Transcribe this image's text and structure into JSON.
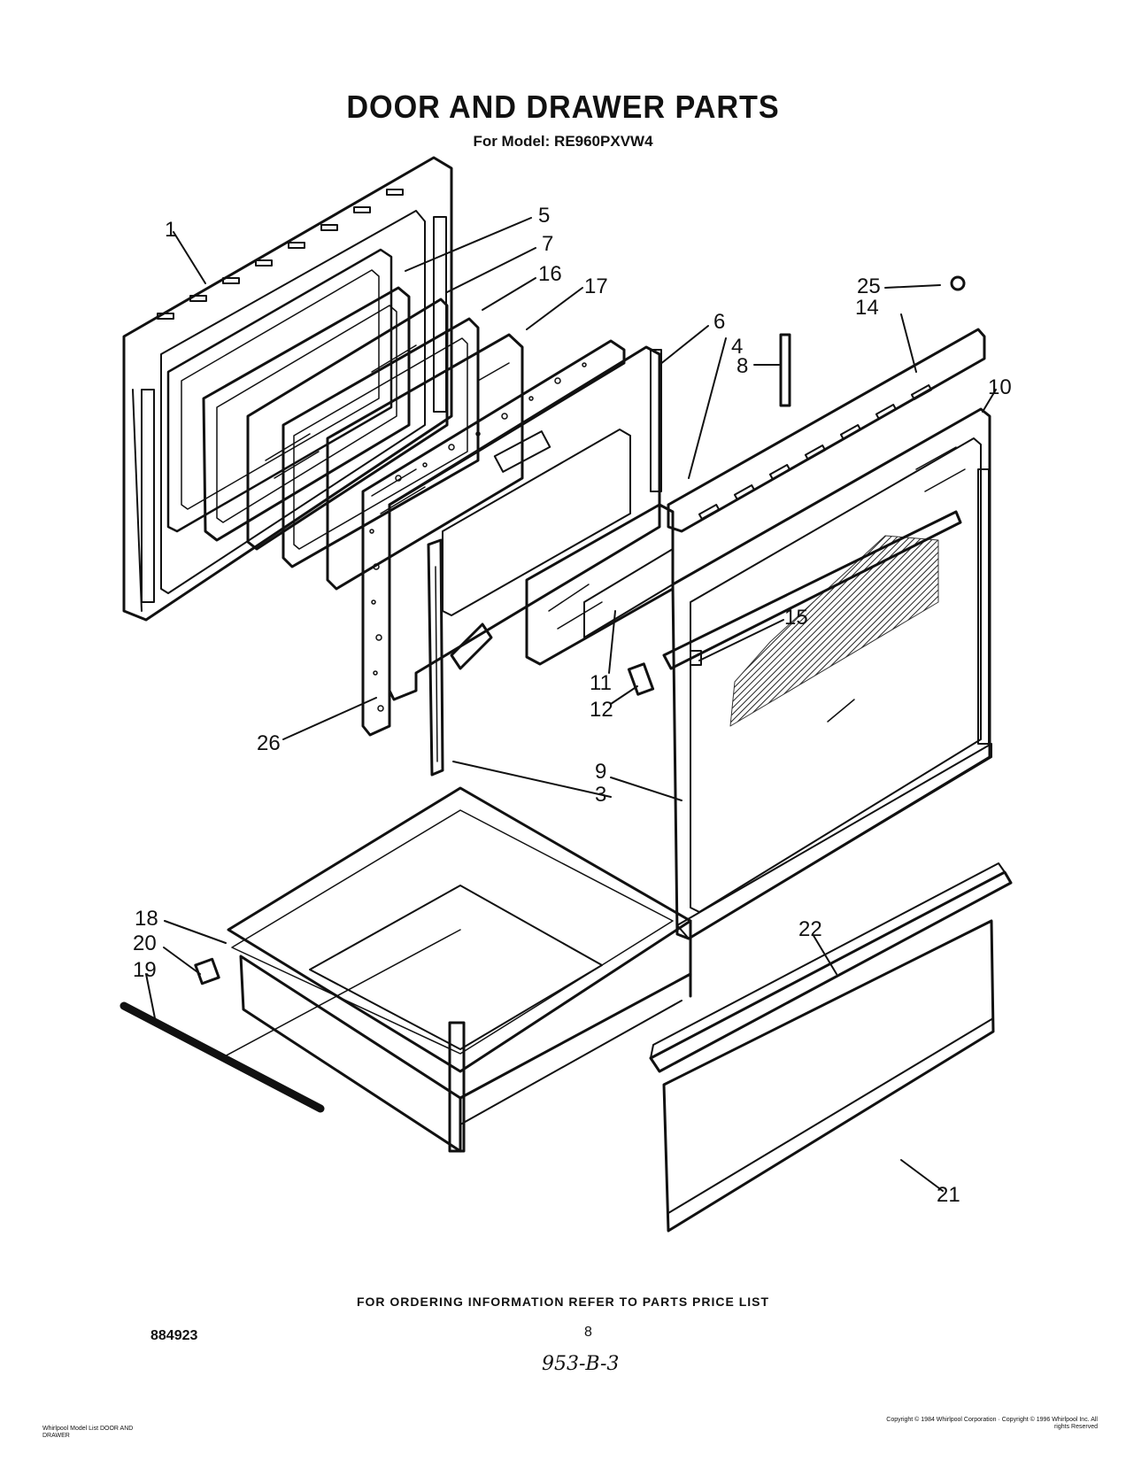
{
  "header": {
    "title": "DOOR AND DRAWER PARTS",
    "subtitle": "For Model: RE960PXVW4"
  },
  "callouts": [
    {
      "id": "1",
      "label": "1"
    },
    {
      "id": "5",
      "label": "5"
    },
    {
      "id": "7",
      "label": "7"
    },
    {
      "id": "16",
      "label": "16"
    },
    {
      "id": "17",
      "label": "17"
    },
    {
      "id": "6",
      "label": "6"
    },
    {
      "id": "4",
      "label": "4"
    },
    {
      "id": "8",
      "label": "8"
    },
    {
      "id": "25",
      "label": "25"
    },
    {
      "id": "14",
      "label": "14"
    },
    {
      "id": "10",
      "label": "10"
    },
    {
      "id": "15",
      "label": "15"
    },
    {
      "id": "11",
      "label": "11"
    },
    {
      "id": "12",
      "label": "12"
    },
    {
      "id": "9",
      "label": "9"
    },
    {
      "id": "3",
      "label": "3"
    },
    {
      "id": "26",
      "label": "26"
    },
    {
      "id": "18",
      "label": "18"
    },
    {
      "id": "20",
      "label": "20"
    },
    {
      "id": "19",
      "label": "19"
    },
    {
      "id": "22",
      "label": "22"
    },
    {
      "id": "21",
      "label": "21"
    }
  ],
  "footer": {
    "ordering_note": "FOR ORDERING INFORMATION REFER TO PARTS PRICE LIST",
    "document_number": "884923",
    "page_number": "8",
    "handwritten_code": "953-B-3",
    "left_small_text": "Whirlpool Model List DOOR AND DRAWER",
    "right_small_text": "Copyright © 1984 Whirlpool Corporation · Copyright © 1996 Whirlpool Inc. All rights Reserved"
  }
}
